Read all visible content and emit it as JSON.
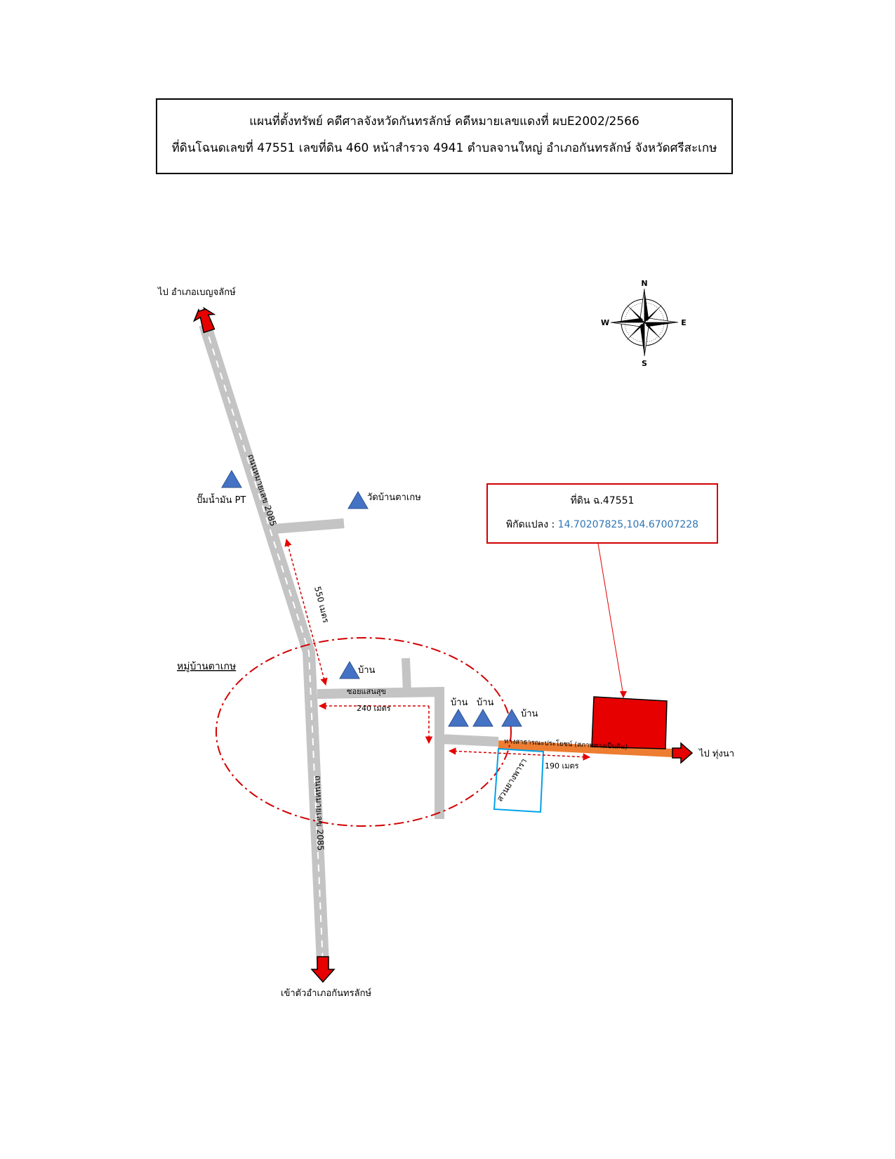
{
  "header": {
    "line1": "แผนที่ตั้งทรัพย์ คดีศาลจังหวัดกันทรลักษ์ คดีหมายเลขแดงที่ ผบE2002/2566",
    "line2": "ที่ดินโฉนดเลขที่ 47551 เลขที่ดิน 460 หน้าสำรวจ 4941 ตำบลจานใหญ่ อำเภอกันทรลักษ์ จังหวัดศรีสะเกษ"
  },
  "parcel_info": {
    "title": "ที่ดิน ฉ.47551",
    "coord_label": "พิกัดแปลง :",
    "coords": "14.70207825,104.67007228"
  },
  "labels": {
    "to_north": "ไป อำเภอเบญจลักษ์",
    "to_south": "เข้าตัวอำเภอกันทรลักษ์",
    "to_east": "ไป ทุ่งนา",
    "road_north": "ถนนหมายเลข 2085",
    "road_south": "ถนนหมายเลข 2085",
    "pump": "ปั๊มน้ำมัน PT",
    "temple": "วัดบ้านตาเกษ",
    "village": "หมู่บ้านตาเกษ",
    "house": "บ้าน",
    "soi": "ซอยแสนสุข",
    "public_road": "ทางสาธารณะประโยชน์ (สภาพทางเป็นดิน)",
    "rubber": "สวนยางพารา",
    "dist_550": "550 เมตร",
    "dist_240": "240 เมตร",
    "dist_190": "190 เมตร"
  },
  "compass": {
    "n": "N",
    "s": "S",
    "e": "E",
    "w": "W"
  },
  "colors": {
    "road": "#c4c4c4",
    "road_dash": "#ffffff",
    "arrow_red": "#e60000",
    "parcel": "#e60000",
    "triangle": "#4472c4",
    "triangle_stroke": "#2f528f",
    "public_road": "#ed7d31",
    "rubber_box": "#00a2e8",
    "dashed_red": "#d20000",
    "coords": "#2e75b6"
  }
}
